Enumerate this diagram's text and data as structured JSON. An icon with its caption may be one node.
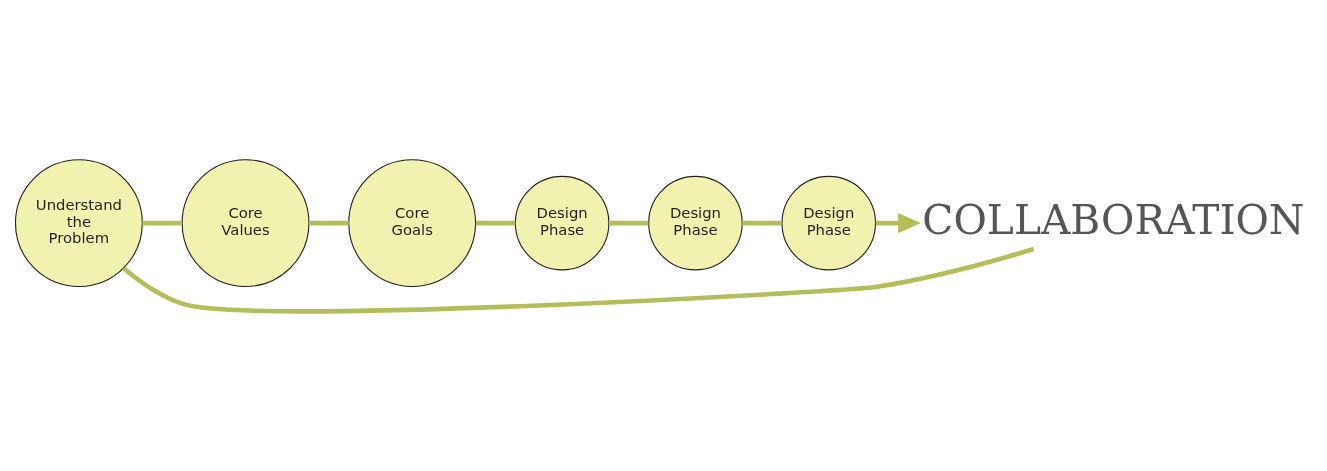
{
  "diagram": {
    "nodes": [
      {
        "text": [
          "Understand the Problem"
        ]
      },
      {
        "text": [
          "Core Values"
        ]
      },
      {
        "text": [
          "Core Goals"
        ]
      },
      {
        "text": [
          "Design Phase"
        ]
      },
      {
        "text": [
          "Design Phase"
        ]
      },
      {
        "text": [
          "Design Phase"
        ]
      },
      {
        "text": [
          "COLLABORATION"
        ]
      }
    ],
    "edges": [
      {
        "from": 0,
        "to": 1,
        "arrow": "none"
      },
      {
        "from": 1,
        "to": 2,
        "arrow": "none"
      },
      {
        "from": 2,
        "to": 3,
        "arrow": "none"
      },
      {
        "from": 3,
        "to": 4,
        "arrow": "none"
      },
      {
        "from": 4,
        "to": 5,
        "arrow": "none"
      },
      {
        "from": 5,
        "to": 6,
        "arrow": "to"
      },
      {
        "from": 6,
        "to": 0,
        "arrow": "none"
      }
    ]
  }
}
